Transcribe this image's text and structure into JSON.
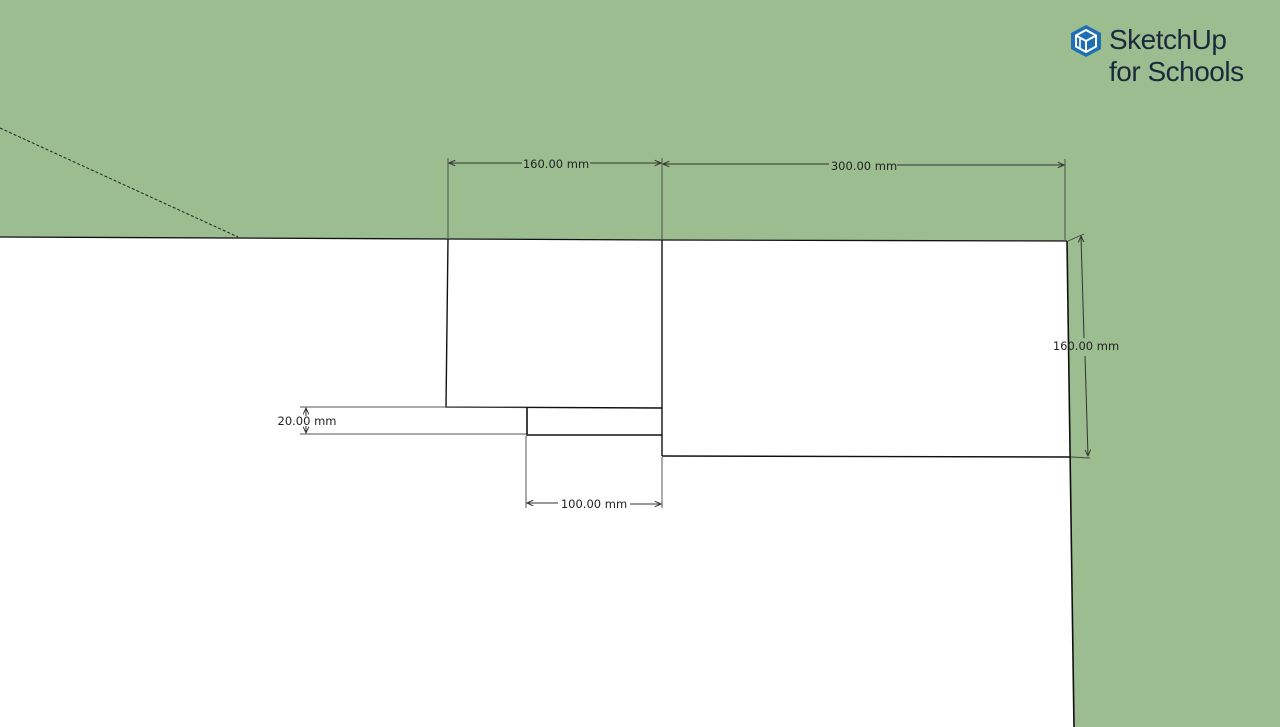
{
  "app": {
    "brand_title": "SketchUp",
    "brand_subtitle": "for Schools",
    "logo_icon": "sketchup-cube-icon"
  },
  "colors": {
    "background_green": "#9bbd8f",
    "face_white": "#ffffff",
    "edge_black": "#111111",
    "dimension_gray": "#333333",
    "brand_blue": "#1f6fb5",
    "brand_text": "#1a2a3c"
  },
  "dimensions": {
    "top_left_width": "160.00 mm",
    "top_right_width": "300.00 mm",
    "right_height": "160.00 mm",
    "step_height": "20.00 mm",
    "step_width": "100.00 mm"
  }
}
